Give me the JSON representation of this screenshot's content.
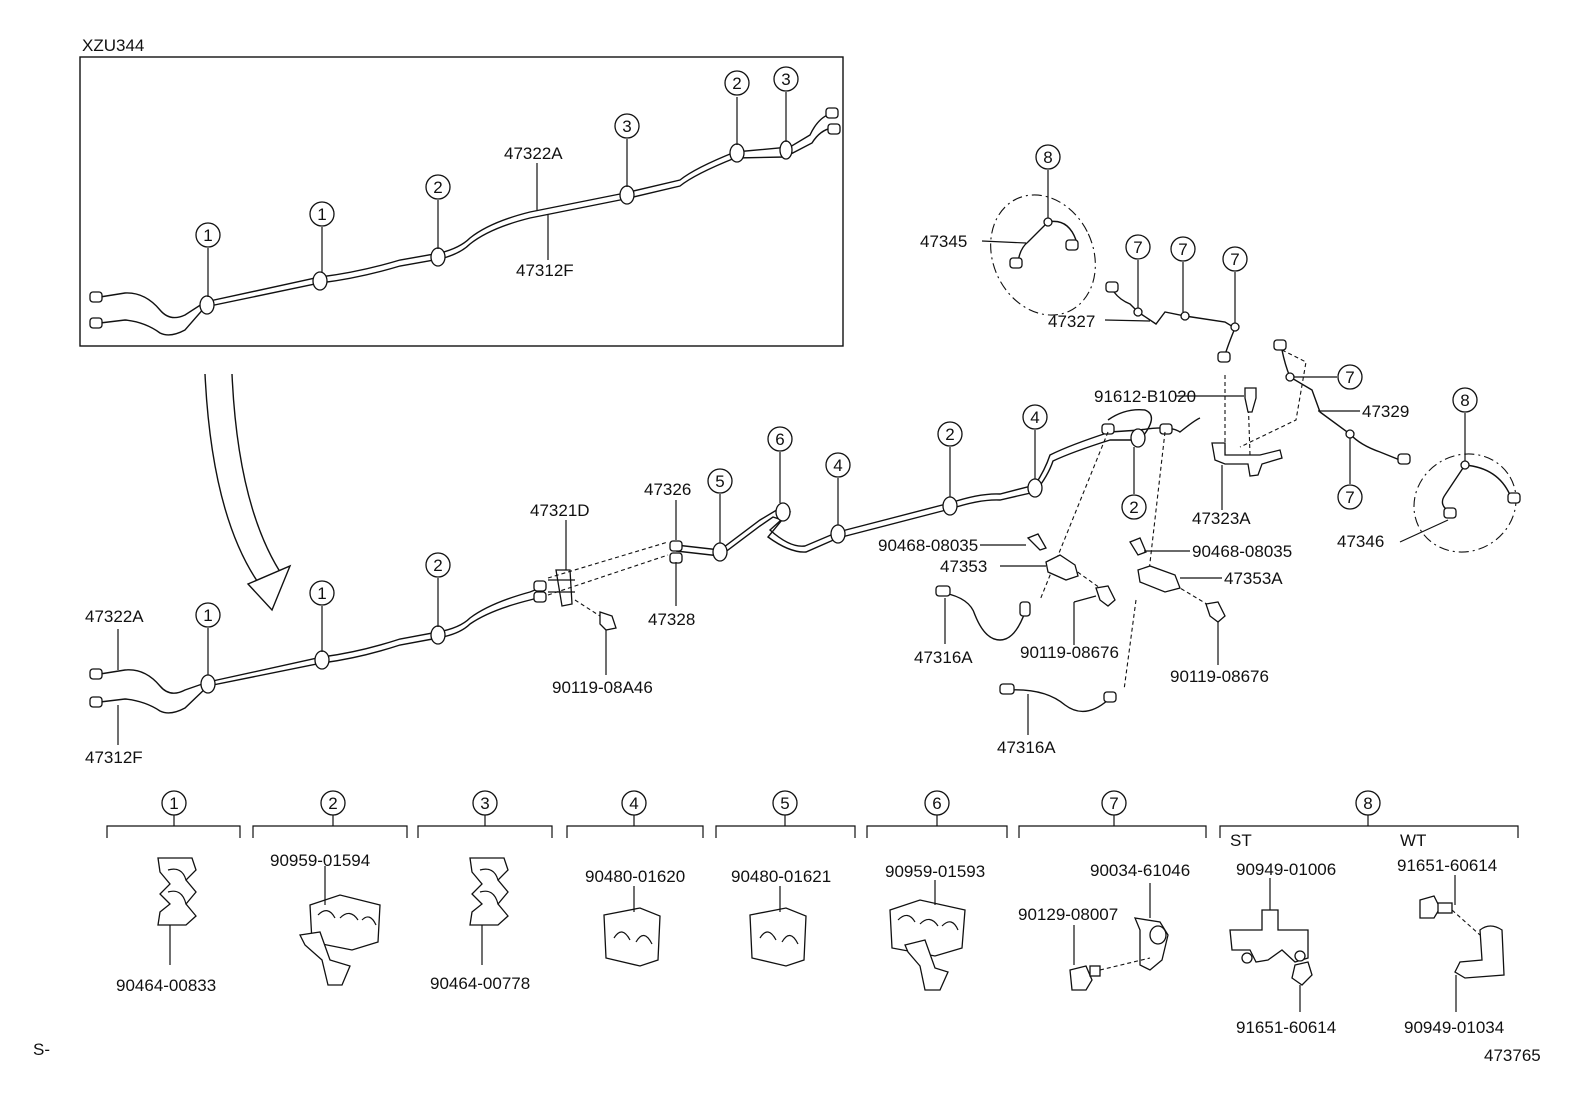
{
  "diagram": {
    "inset_title": "XZU344",
    "corner_left": "S-",
    "diagram_no": "473765",
    "circle_labels": [
      "1",
      "2",
      "3",
      "4",
      "5",
      "6",
      "7",
      "8"
    ],
    "parts": {
      "p47322A": "47322A",
      "p47312F": "47312F",
      "p47345": "47345",
      "p47327": "47327",
      "p47329": "47329",
      "p47346": "47346",
      "p47321D": "47321D",
      "p47326": "47326",
      "p47328": "47328",
      "p91612B1020": "91612-B1020",
      "p47323A": "47323A",
      "p9046808035": "90468-08035",
      "p47353": "47353",
      "p47353A": "47353A",
      "p47316A": "47316A",
      "p9011908676": "90119-08676",
      "p9011908A46": "90119-08A46",
      "p9046400833": "90464-00833",
      "p9095901594": "90959-01594",
      "p9046400778": "90464-00778",
      "p9048001620": "90480-01620",
      "p9048001621": "90480-01621",
      "p9095901593": "90959-01593",
      "p9003461046": "90034-61046",
      "p9012908007": "90129-08007",
      "p9094901006": "90949-01006",
      "p9165160614": "91651-60614",
      "p9094901034": "90949-01034",
      "st": "ST",
      "wt": "WT"
    }
  }
}
